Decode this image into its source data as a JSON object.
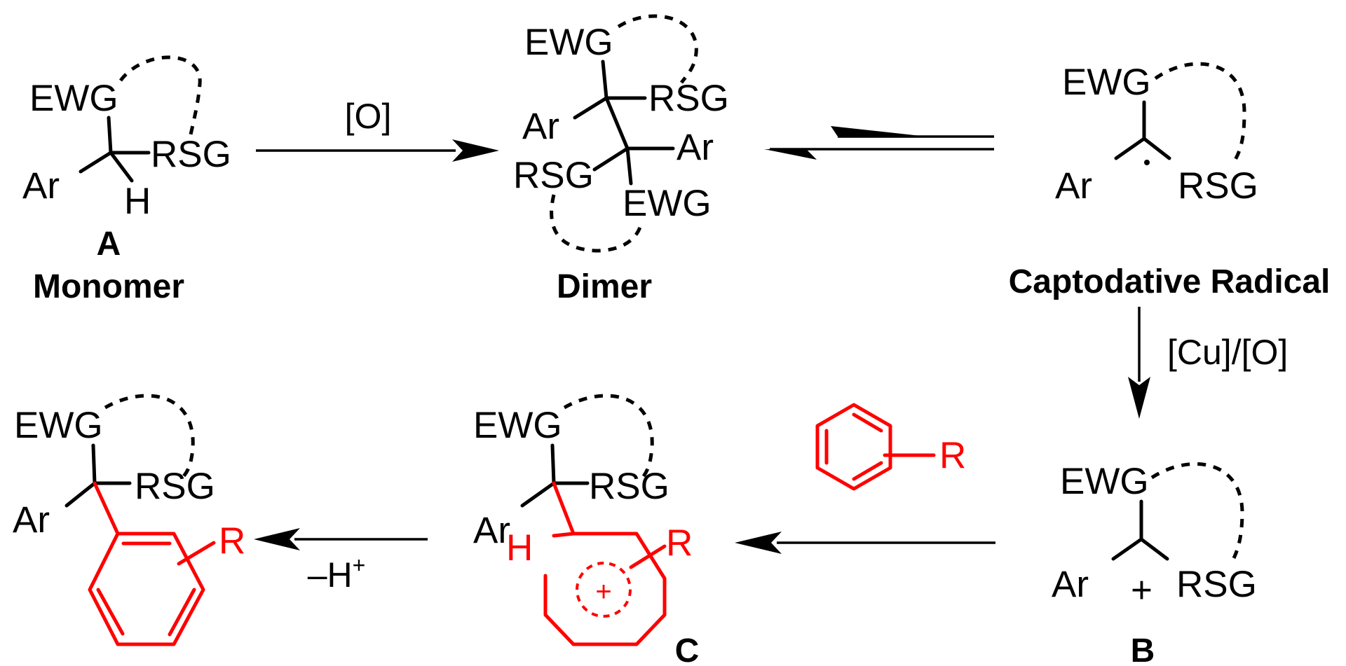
{
  "labels": {
    "ewg": "EWG",
    "rsg": "RSG",
    "ar": "Ar",
    "h": "H",
    "r": "R",
    "plus": "+",
    "radical_dot": "·"
  },
  "compounds": {
    "monomer_letter": "A",
    "monomer_name": "Monomer",
    "dimer_name": "Dimer",
    "radical_name": "Captodative Radical",
    "cation_letter": "B",
    "wheland_letter": "C"
  },
  "reagents": {
    "oxidant": "[O]",
    "cu_oxidant": "[Cu]/[O]",
    "deprotonation_main": "–H",
    "deprotonation_sup": "+"
  },
  "colors": {
    "structure": "#000000",
    "arene": "#ff0000"
  }
}
